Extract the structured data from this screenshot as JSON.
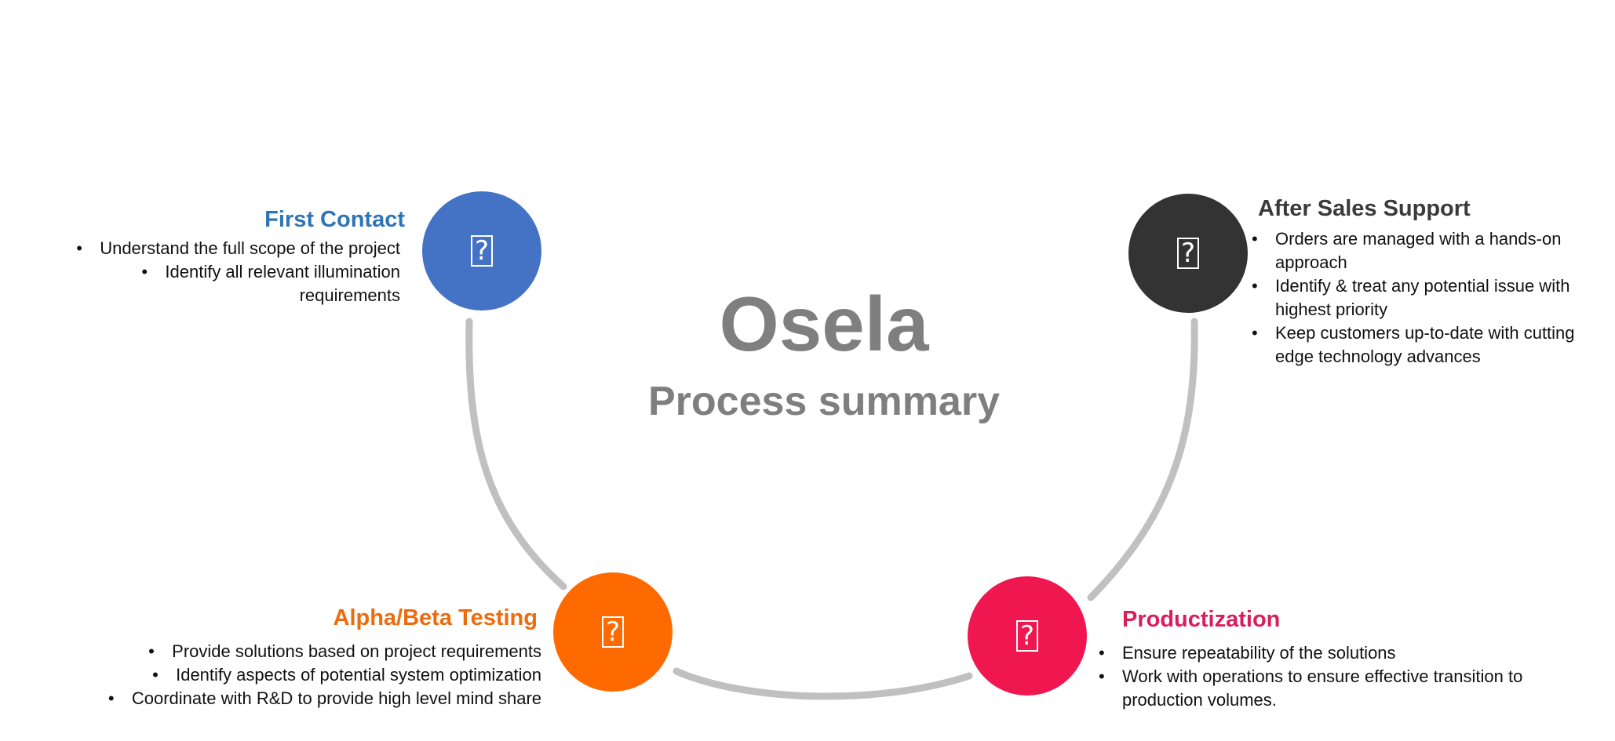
{
  "center": {
    "title": "Osela",
    "subtitle": "Process summary"
  },
  "steps": {
    "first_contact": {
      "title": "First Contact",
      "color": "#2e75b6",
      "circle_color": "#4472c4",
      "icon": "placeholder-icon",
      "icon_glyph": "?",
      "bullets": [
        "Understand the full scope of the project",
        "Identify all relevant illumination requirements"
      ]
    },
    "after_sales": {
      "title": "After Sales Support",
      "color": "#3a3a3a",
      "circle_color": "#333333",
      "icon": "placeholder-icon",
      "icon_glyph": "?",
      "bullets": [
        "Orders are managed with a hands-on approach",
        "Identify  & treat any potential issue with highest priority",
        "Keep customers up-to-date with cutting edge technology advances"
      ]
    },
    "alpha_beta": {
      "title": "Alpha/Beta Testing",
      "color": "#ed6b0f",
      "circle_color": "#ff6a00",
      "icon": "placeholder-icon",
      "icon_glyph": "?",
      "bullets": [
        "Provide solutions based on project requirements",
        "Identify aspects of potential system optimization",
        "Coordinate with R&D to provide high level mind share"
      ]
    },
    "productization": {
      "title": "Productization",
      "color": "#d81e5b",
      "circle_color": "#f0164f",
      "icon": "placeholder-icon",
      "icon_glyph": "?",
      "bullets": [
        "Ensure repeatability of the solutions",
        "Work with operations to ensure effective transition to production volumes."
      ]
    }
  },
  "arc_color": "#c0c0c0"
}
